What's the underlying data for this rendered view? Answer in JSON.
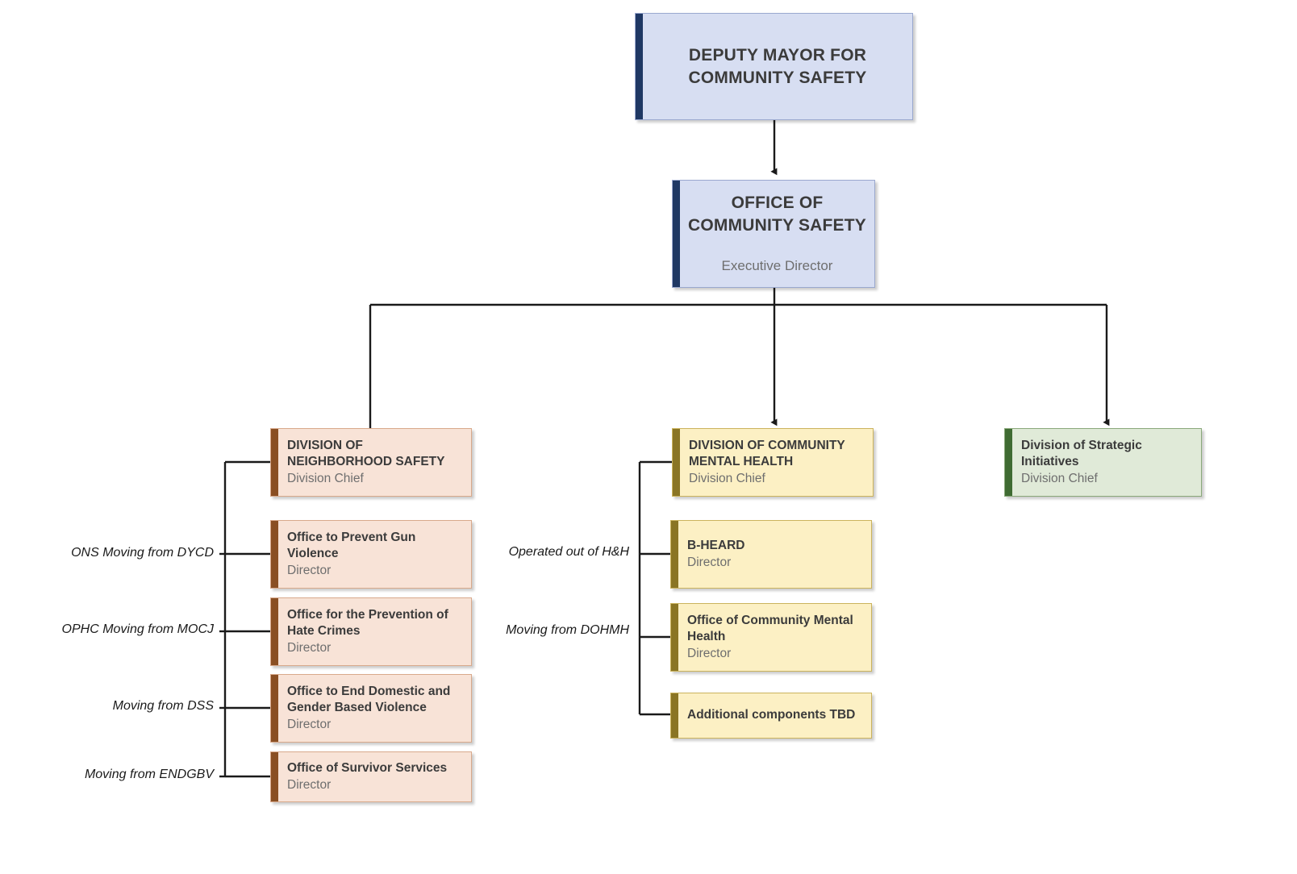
{
  "diagram": {
    "title": "Office of Community Safety organizational chart",
    "background": "#ffffff"
  },
  "colors": {
    "blue_fill": "#d7def2",
    "blue_accent": "#1f3864",
    "pink_fill": "#f8e3d7",
    "pink_accent": "#8a4f23",
    "yellow_fill": "#fcf0c4",
    "yellow_accent": "#8a7524",
    "green_fill": "#e0ead8",
    "green_accent": "#3f6b32",
    "connector": "#1a1a1a"
  },
  "top": {
    "deputy_mayor": {
      "title": "DEPUTY MAYOR FOR COMMUNITY SAFETY",
      "subtitle": ""
    },
    "office_community_safety": {
      "title": "OFFICE OF COMMUNITY SAFETY",
      "subtitle": "Executive Director"
    }
  },
  "divisions": {
    "neighborhood_safety": {
      "title": "DIVISION OF NEIGHBORHOOD SAFETY",
      "subtitle": "Division Chief",
      "children": [
        {
          "title": "Office to Prevent Gun Violence",
          "subtitle": "Director",
          "note": "ONS Moving from DYCD"
        },
        {
          "title": "Office for the Prevention of Hate Crimes",
          "subtitle": "Director",
          "note": "OPHC Moving from MOCJ"
        },
        {
          "title": "Office to End Domestic and Gender Based Violence",
          "subtitle": "Director",
          "note": "Moving from DSS"
        },
        {
          "title": "Office of Survivor Services",
          "subtitle": "Director",
          "note": "Moving from ENDGBV"
        }
      ]
    },
    "community_mental_health": {
      "title": "DIVISION OF COMMUNITY MENTAL HEALTH",
      "subtitle": "Division Chief",
      "children": [
        {
          "title": "B-HEARD",
          "subtitle": "Director",
          "note": "Operated out of H&H"
        },
        {
          "title": "Office of Community Mental Health",
          "subtitle": "Director",
          "note": "Moving from DOHMH"
        },
        {
          "title": "Additional components TBD",
          "subtitle": "",
          "note": ""
        }
      ]
    },
    "strategic_initiatives": {
      "title": "Division of Strategic Initiatives",
      "subtitle": "Division Chief",
      "children": []
    }
  }
}
